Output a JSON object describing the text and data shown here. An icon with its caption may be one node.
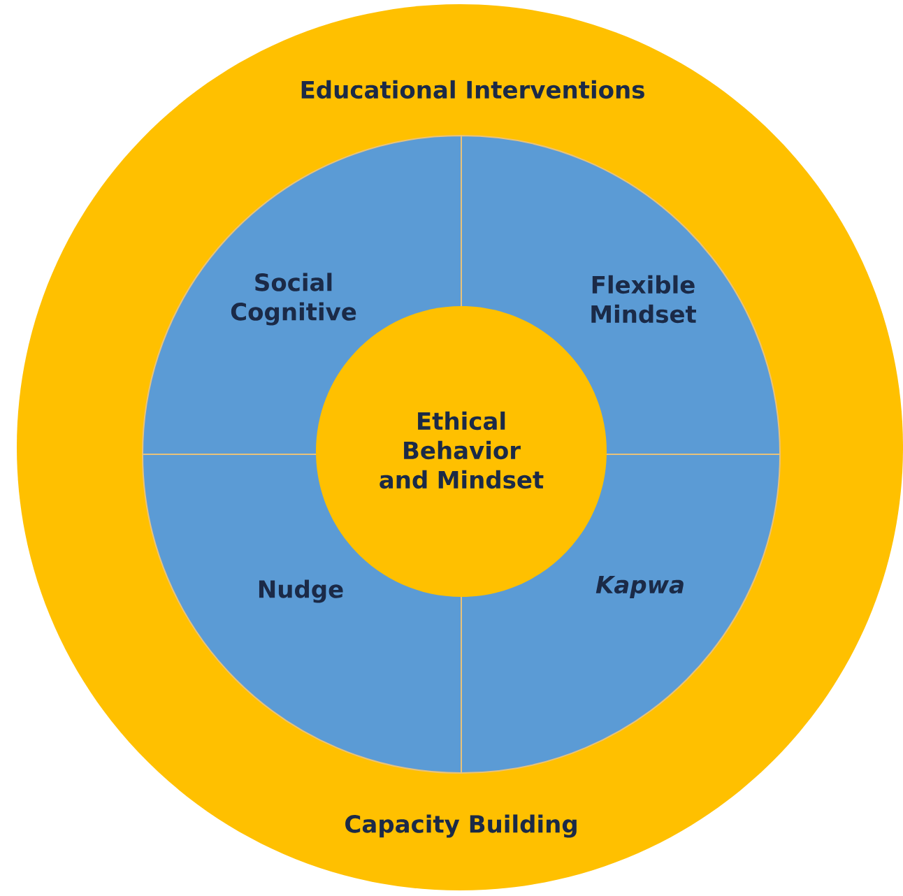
{
  "diagram": {
    "nodes": [
      {
        "text": [
          "Educational Interventions",
          "Capacity Building"
        ]
      },
      {
        "text": [
          "Social Cognitive"
        ],
        "in": 0
      },
      {
        "text": [
          "Flexible Mindset"
        ],
        "in": 0
      },
      {
        "text": [
          "Nudge"
        ],
        "in": 0
      },
      {
        "text": [
          "Kapwa"
        ],
        "in": 0
      },
      {
        "text": [
          "Ethical Behavior and Mindset"
        ],
        "in": 0
      }
    ]
  }
}
